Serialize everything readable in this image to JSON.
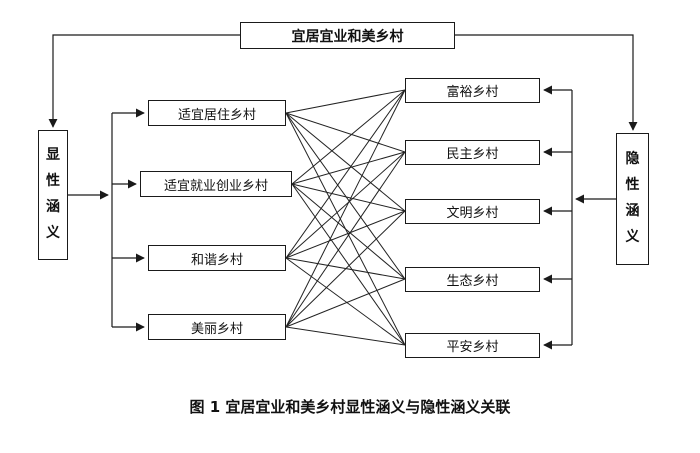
{
  "title": "宜居宜业和美乡村",
  "left_group": {
    "label": "显性涵义",
    "items": [
      "适宜居住乡村",
      "适宜就业创业乡村",
      "和谐乡村",
      "美丽乡村"
    ]
  },
  "right_group": {
    "label": "隐性涵义",
    "items": [
      "富裕乡村",
      "民主乡村",
      "文明乡村",
      "生态乡村",
      "平安乡村"
    ]
  },
  "caption": "图 1  宜居宜业和美乡村显性涵义与隐性涵义关联",
  "colors": {
    "line": "#1a1a1a",
    "box_border": "#1a1a1a",
    "background": "#ffffff",
    "text": "#111111"
  }
}
